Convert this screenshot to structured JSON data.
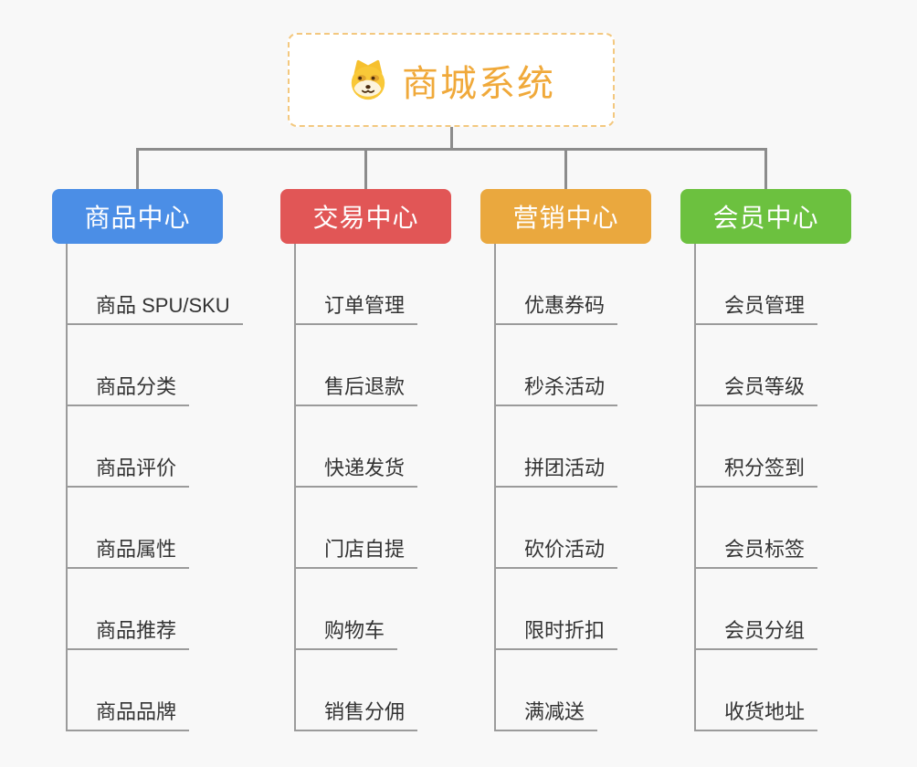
{
  "root": {
    "title": "商城系统",
    "icon": "dog-face-icon",
    "title_color": "#f0a93a",
    "border_color": "#f3c87f"
  },
  "connector_color": "#8c8c8c",
  "underline_color": "#9b9b9b",
  "item_text_color": "#333333",
  "background_color": "#f8f8f8",
  "branches": [
    {
      "label": "商品中心",
      "color": "#4b8ee6",
      "items": [
        "商品 SPU/SKU",
        "商品分类",
        "商品评价",
        "商品属性",
        "商品推荐",
        "商品品牌"
      ]
    },
    {
      "label": "交易中心",
      "color": "#e15656",
      "items": [
        "订单管理",
        "售后退款",
        "快递发货",
        "门店自提",
        "购物车",
        "销售分佣"
      ]
    },
    {
      "label": "营销中心",
      "color": "#eaa83e",
      "items": [
        "优惠券码",
        "秒杀活动",
        "拼团活动",
        "砍价活动",
        "限时折扣",
        "满减送"
      ]
    },
    {
      "label": "会员中心",
      "color": "#6cc13f",
      "items": [
        "会员管理",
        "会员等级",
        "积分签到",
        "会员标签",
        "会员分组",
        "收货地址"
      ]
    }
  ]
}
